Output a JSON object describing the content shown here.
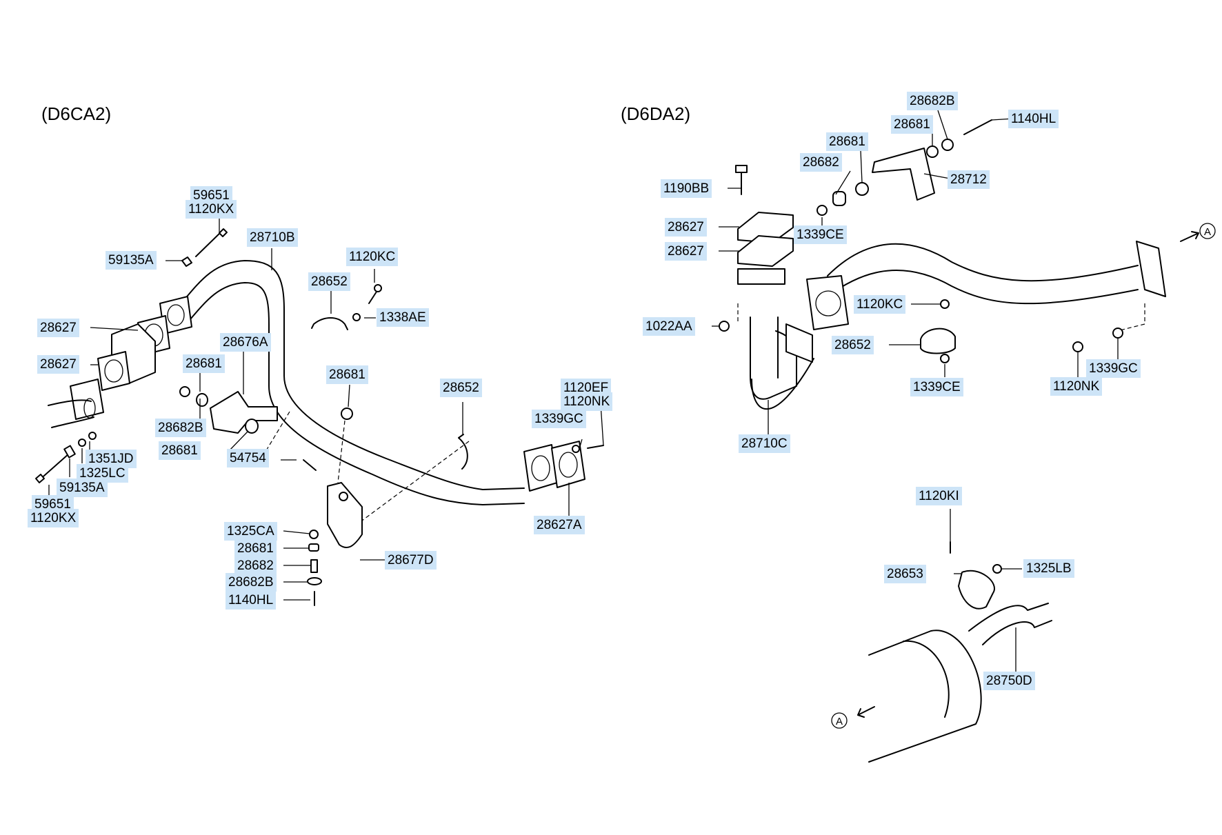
{
  "titles": {
    "left": "(D6CA2)",
    "right": "(D6DA2)"
  },
  "ref_marker": "A",
  "left_labels": {
    "p59651_top": "59651",
    "p1120KX_top": "1120KX",
    "p59135A_top": "59135A",
    "p28710B": "28710B",
    "p28627_a": "28627",
    "p28627_b": "28627",
    "p28652_top": "28652",
    "p1120KC": "1120KC",
    "p1338AE": "1338AE",
    "p28676A": "28676A",
    "p28681_a": "28681",
    "p28682B_a": "28682B",
    "p28681_b": "28681",
    "p28681_c": "28681",
    "p28652_mid": "28652",
    "p1120EF": "1120EF",
    "p1120NK": "1120NK",
    "p1339GC": "1339GC",
    "p1351JD": "1351JD",
    "p1325LC": "1325LC",
    "p59135A_bot": "59135A",
    "p59651_bot": "59651",
    "p1120KX_bot": "1120KX",
    "p54754": "54754",
    "p28627A": "28627A",
    "p1325CA": "1325CA",
    "p28681_d": "28681",
    "p28682": "28682",
    "p28682B_b": "28682B",
    "p1140HL": "1140HL",
    "p28677D": "28677D"
  },
  "right_labels": {
    "p28682B": "28682B",
    "p1140HL": "1140HL",
    "p28681_a": "28681",
    "p28681_b": "28681",
    "p28682": "28682",
    "p28712": "28712",
    "p1190BB": "1190BB",
    "p28627_a": "28627",
    "p1339CE_a": "1339CE",
    "p28627_b": "28627",
    "p1120KC": "1120KC",
    "p1022AA": "1022AA",
    "p28652": "28652",
    "p1339CE_b": "1339CE",
    "p1339GC": "1339GC",
    "p1120NK": "1120NK",
    "p28710C": "28710C",
    "p1120KI": "1120KI",
    "p28653": "28653",
    "p1325LB": "1325LB",
    "p28750D": "28750D"
  }
}
